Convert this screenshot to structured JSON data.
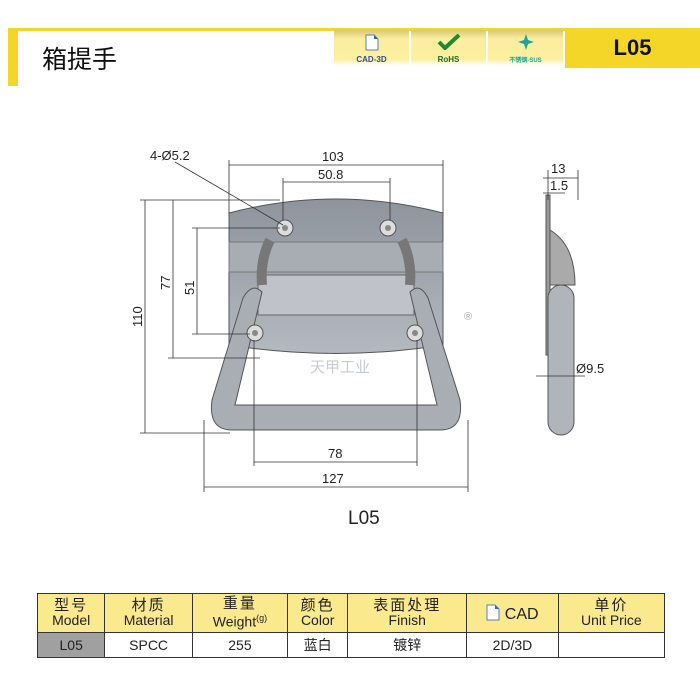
{
  "header": {
    "title": "箱提手",
    "code": "L05",
    "badges": [
      {
        "label": "CAD-3D",
        "icon": "document-icon"
      },
      {
        "label": "RoHS",
        "icon": "checkmark-icon"
      },
      {
        "label": "不锈钢-SUS",
        "icon": "sparkle-icon"
      }
    ]
  },
  "drawing": {
    "caption": "L05",
    "watermark": "天甲工业",
    "dims": {
      "holes": "4-Ø5.2",
      "width_plate": "103",
      "hole_spacing_top": "50.8",
      "height_total": "110",
      "height_77": "77",
      "height_51": "51",
      "hole_spacing_bottom": "78",
      "width_total": "127",
      "depth": "13",
      "thickness": "1.5",
      "rod_dia": "Ø9.5"
    }
  },
  "table": {
    "headers": [
      {
        "zh": "型号",
        "en": "Model"
      },
      {
        "zh": "材质",
        "en": "Material"
      },
      {
        "zh": "重量",
        "en": "Weight",
        "unit": "(g)"
      },
      {
        "zh": "颜色",
        "en": "Color"
      },
      {
        "zh": "表面处理",
        "en": "Finish"
      },
      {
        "en": "CAD"
      },
      {
        "zh": "单价",
        "en": "Unit Price"
      }
    ],
    "row": [
      "L05",
      "SPCC",
      "255",
      "蓝白",
      "镀锌",
      "2D/3D",
      ""
    ]
  }
}
